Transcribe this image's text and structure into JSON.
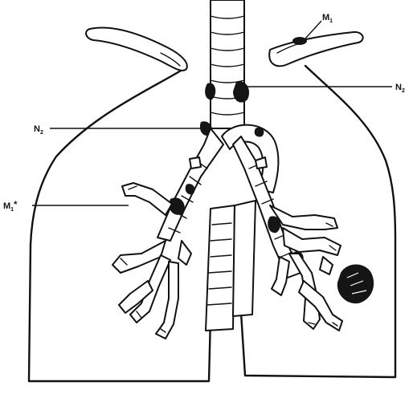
{
  "labels": {
    "m1": {
      "main": "M",
      "sub": "1"
    },
    "n2_right": {
      "main": "N",
      "sub": "2"
    },
    "n2_left": {
      "main": "N",
      "sub": "2"
    },
    "m1_star": {
      "main": "M",
      "sub": "1",
      "suffix": "*"
    }
  },
  "colors": {
    "ink": "#111111",
    "paper": "#ffffff"
  }
}
